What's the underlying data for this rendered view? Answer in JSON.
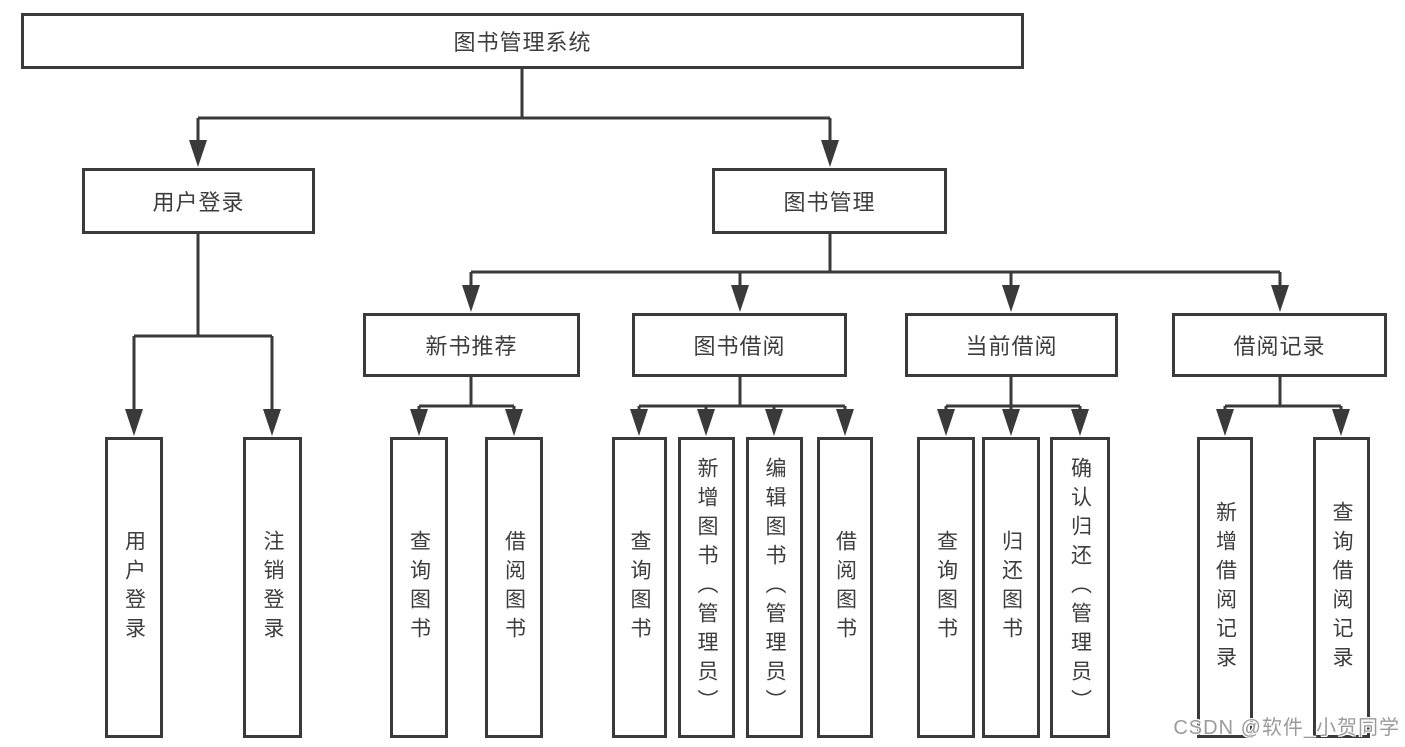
{
  "tree": {
    "label": "图书管理系统",
    "children": [
      {
        "label": "用户登录",
        "children": [
          {
            "label": "用户登录"
          },
          {
            "label": "注销登录"
          }
        ]
      },
      {
        "label": "图书管理",
        "children": [
          {
            "label": "新书推荐",
            "children": [
              {
                "label": "查询图书"
              },
              {
                "label": "借阅图书"
              }
            ]
          },
          {
            "label": "图书借阅",
            "children": [
              {
                "label": "查询图书"
              },
              {
                "label": "新增图书（管理员）"
              },
              {
                "label": "编辑图书（管理员）"
              },
              {
                "label": "借阅图书"
              }
            ]
          },
          {
            "label": "当前借阅",
            "children": [
              {
                "label": "查询图书"
              },
              {
                "label": "归还图书"
              },
              {
                "label": "确认归还（管理员）"
              }
            ]
          },
          {
            "label": "借阅记录",
            "children": [
              {
                "label": "新增借阅记录"
              },
              {
                "label": "查询借阅记录"
              }
            ]
          }
        ]
      }
    ]
  },
  "watermark": "CSDN @软件_小贺同学",
  "colors": {
    "line": "#3a3a3a",
    "text": "#3d3d3d",
    "watermark": "#9b9b9b",
    "background": "#ffffff"
  }
}
